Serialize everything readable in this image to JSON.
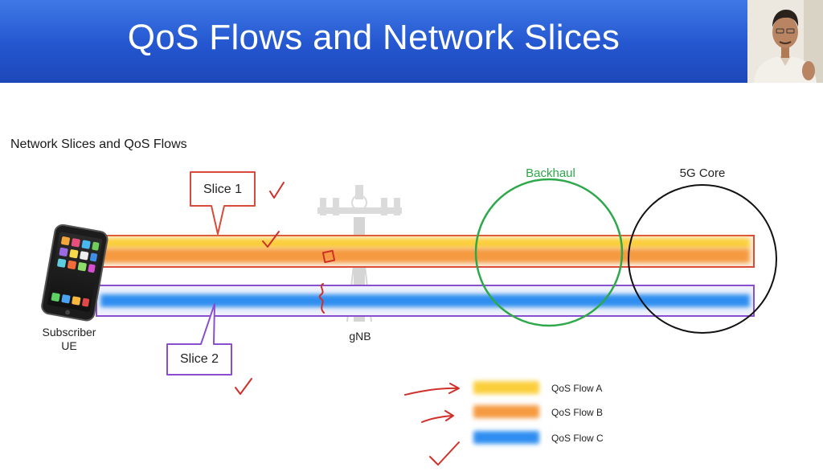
{
  "header": {
    "title": "QoS Flows and Network Slices"
  },
  "diagram": {
    "subtitle": "Network Slices and QoS Flows",
    "nodes": {
      "ue": "Subscriber UE",
      "ue_line1": "Subscriber",
      "ue_line2": "UE",
      "gnb": "gNB",
      "backhaul": "Backhaul",
      "core": "5G Core"
    },
    "slices": [
      {
        "label": "Slice 1"
      },
      {
        "label": "Slice 2"
      }
    ],
    "legend": [
      {
        "label": "QoS Flow A",
        "color": "#fbcf3a"
      },
      {
        "label": "QoS Flow B",
        "color": "#f59a3f"
      },
      {
        "label": "QoS Flow C",
        "color": "#2f8ef0"
      }
    ],
    "colors": {
      "slice1_border": "#d84a3a",
      "slice2_border": "#8a4fcf",
      "backhaul": "#2da84a",
      "core": "#111111",
      "annotation": "#d0302a"
    }
  }
}
